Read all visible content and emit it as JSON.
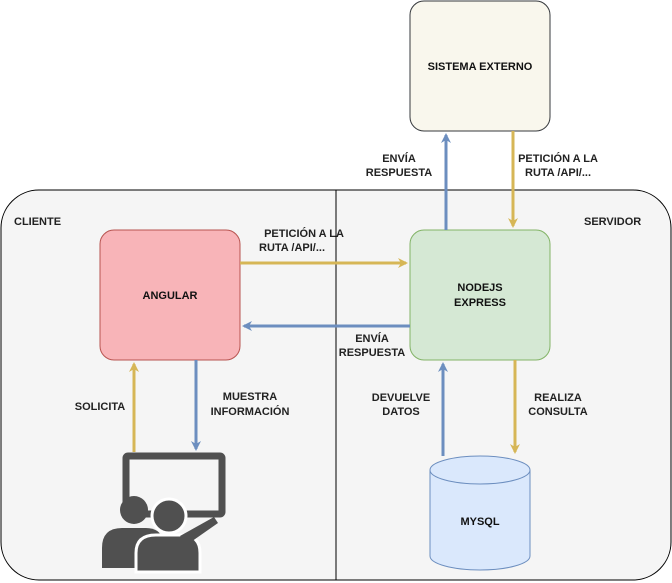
{
  "regions": {
    "client": "CLIENTE",
    "server": "SERVIDOR"
  },
  "nodes": {
    "external": "SISTEMA EXTERNO",
    "angular": "ANGULAR",
    "nodejs": [
      "NODEJS",
      "EXPRESS"
    ],
    "mysql": "MYSQL",
    "user": "users-presentation-icon"
  },
  "edges": {
    "ext_to_node": [
      "PETICIÓN A LA",
      "RUTA /API/..."
    ],
    "node_to_ext": [
      "ENVÍA",
      "RESPUESTA"
    ],
    "angular_to_node": [
      "PETICIÓN A LA",
      "RUTA /API/..."
    ],
    "node_to_angular": [
      "ENVÍA",
      "RESPUESTA"
    ],
    "user_to_angular": "SOLICITA",
    "angular_to_user": [
      "MUESTRA",
      "INFORMACIÓN"
    ],
    "node_to_mysql": [
      "REALIZA",
      "CONSULTA"
    ],
    "mysql_to_node": [
      "DEVUELVE",
      "DATOS"
    ]
  },
  "colors": {
    "request_arrow": "#D6B656",
    "response_arrow": "#6C8EBF",
    "angular_fill": "#F8B4B8",
    "angular_stroke": "#B85450",
    "node_fill": "#D5E8D4",
    "node_stroke": "#82B366",
    "mysql_fill": "#DAE8FC",
    "mysql_stroke": "#6C8EBF",
    "external_fill": "#F9F7ED",
    "external_stroke": "#36393D",
    "icon_color": "#505050"
  }
}
